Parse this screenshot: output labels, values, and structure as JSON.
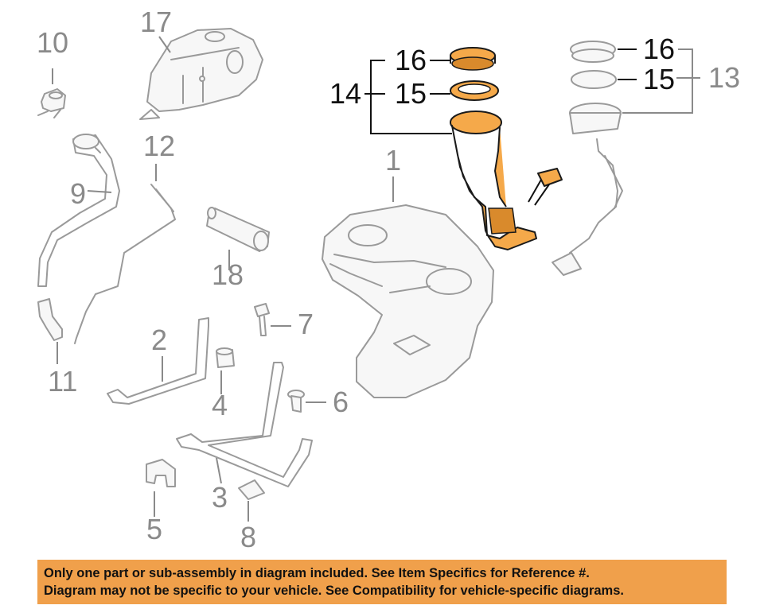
{
  "callouts": {
    "c1": "1",
    "c2": "2",
    "c3": "3",
    "c4": "4",
    "c5": "5",
    "c6": "6",
    "c7": "7",
    "c8": "8",
    "c9": "9",
    "c10": "10",
    "c11": "11",
    "c12": "12",
    "c13": "13",
    "c14": "14",
    "c15a": "15",
    "c15b": "15",
    "c16a": "16",
    "c16b": "16",
    "c17": "17",
    "c18": "18"
  },
  "colors": {
    "highlight": "#f5a94a",
    "banner": "#f0a04b",
    "outline": "#9a9a9a"
  },
  "footer": {
    "line1": "Only one part or sub-assembly in diagram included. See Item Specifics for Reference #.",
    "line2": "Diagram may not be specific to your vehicle. See Compatibility for vehicle-specific diagrams."
  }
}
